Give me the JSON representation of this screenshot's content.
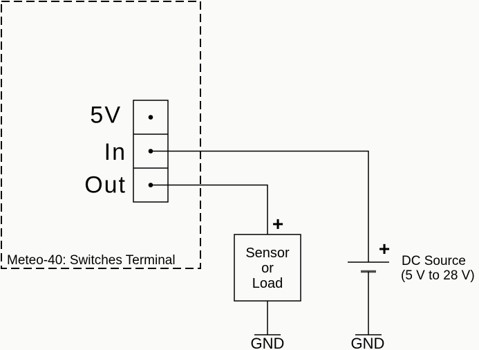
{
  "colors": {
    "background": "#fafaf8",
    "line": "#000000",
    "battery_negative_plate": "#4d4d4d"
  },
  "meteo_box": {
    "label": "Meteo-40: Switches Terminal"
  },
  "terminal_block": {
    "pins": [
      {
        "label": "5V"
      },
      {
        "label": "In"
      },
      {
        "label": "Out"
      }
    ]
  },
  "sensor": {
    "line1": "Sensor",
    "line2": "or",
    "line3": "Load",
    "polarity": "+",
    "ground_label": "GND"
  },
  "dc_source": {
    "name": "DC Source",
    "range": "(5 V to 28 V)",
    "polarity": "+",
    "ground_label": "GND"
  }
}
